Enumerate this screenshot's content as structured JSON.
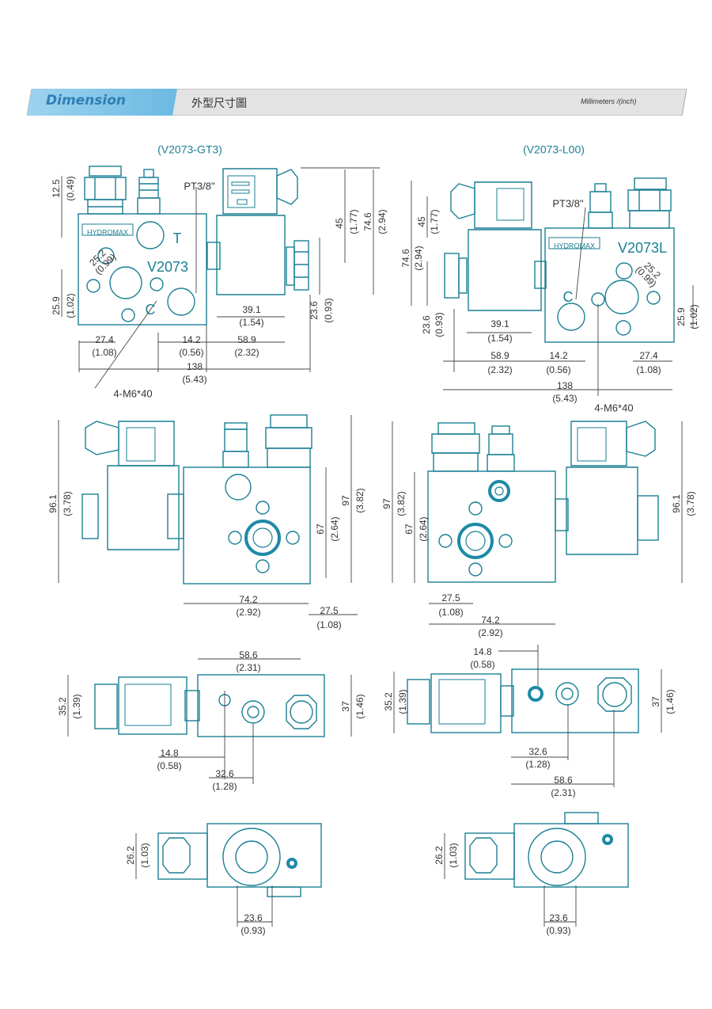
{
  "header": {
    "title": "Dimension",
    "subtitle_cn": "外型尺寸圖",
    "units": "Millimeters /(inch)"
  },
  "colors": {
    "line": "#1a7f94",
    "ring": "#1e8aa6",
    "dim": "#333333",
    "banner_accent": "#7cc3e6",
    "banner_bg": "#e3e3e3"
  },
  "models": {
    "left": "(V2073-GT3)",
    "right": "(V2073-L00)"
  },
  "labels": {
    "hydromax": "HYDROMAX",
    "model_left": "V2073",
    "model_right": "V2073L",
    "port_t": "T",
    "port_c": "C",
    "pt": "PT3/8\"",
    "mount": "4-M6*40"
  },
  "dims": {
    "d12_5": "12.5",
    "d0_49": "(0.49)",
    "d25_2": "25.2",
    "d0_99": "(0.99)",
    "d25_9": "25.9",
    "d1_02": "(1.02)",
    "d27_4": "27.4",
    "d1_08": "(1.08)",
    "d14_2": "14.2",
    "d0_56": "(0.56)",
    "d58_9": "58.9",
    "d2_32": "(2.32)",
    "d138": "138",
    "d5_43": "(5.43)",
    "d39_1": "39.1",
    "d1_54": "(1.54)",
    "d23_6": "23.6",
    "d0_93": "(0.93)",
    "d45": "45",
    "d1_77": "(1.77)",
    "d74_6": "74.6",
    "d2_94": "(2.94)",
    "d96_1": "96.1",
    "d3_78": "(3.78)",
    "d67": "67",
    "d2_64": "(2.64)",
    "d97": "97",
    "d3_82": "(3.82)",
    "d74_2": "74.2",
    "d2_92": "(2.92)",
    "d27_5": "27.5",
    "d58_6": "58.6",
    "d2_31": "(2.31)",
    "d35_2": "35.2",
    "d1_39": "(1.39)",
    "d37": "37",
    "d1_46": "(1.46)",
    "d14_8": "14.8",
    "d0_58": "(0.58)",
    "d32_6": "32.6",
    "d1_28": "(1.28)",
    "d26_2": "26.2",
    "d1_03": "(1.03)"
  }
}
